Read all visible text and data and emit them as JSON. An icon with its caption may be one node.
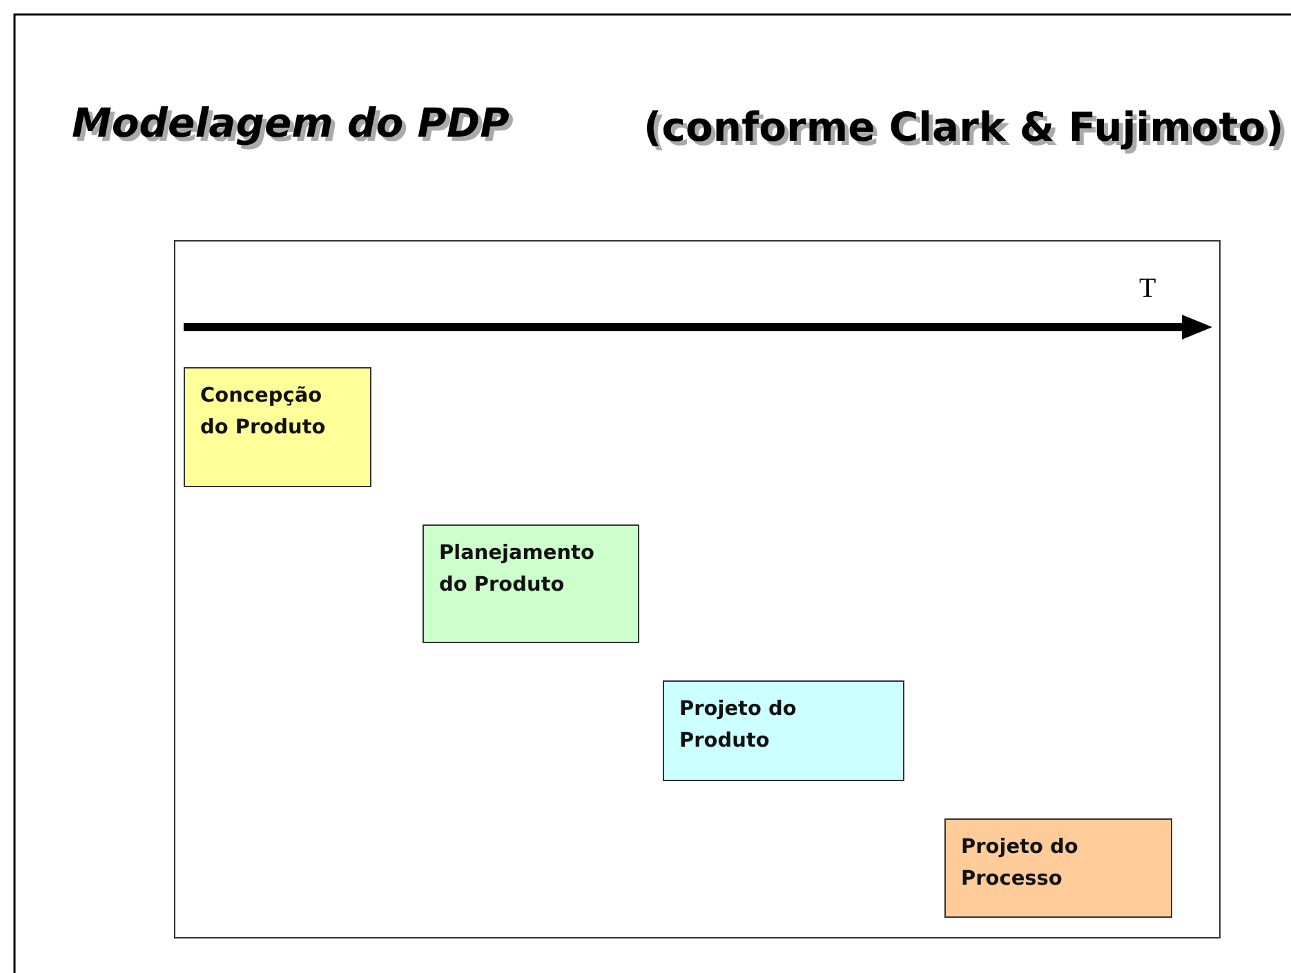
{
  "diagram": {
    "title": "Modelagem do PDP",
    "nodes": [
      {
        "text": [
          "Concepção do Produto"
        ]
      },
      {
        "text": [
          "Planejamento do Produto"
        ]
      },
      {
        "text": [
          "Projeto do Produto"
        ]
      },
      {
        "text": [
          "Projeto do Processo"
        ]
      }
    ],
    "edges": [],
    "labels": [
      "(conforme Clark & Fujimoto)",
      "T"
    ]
  }
}
